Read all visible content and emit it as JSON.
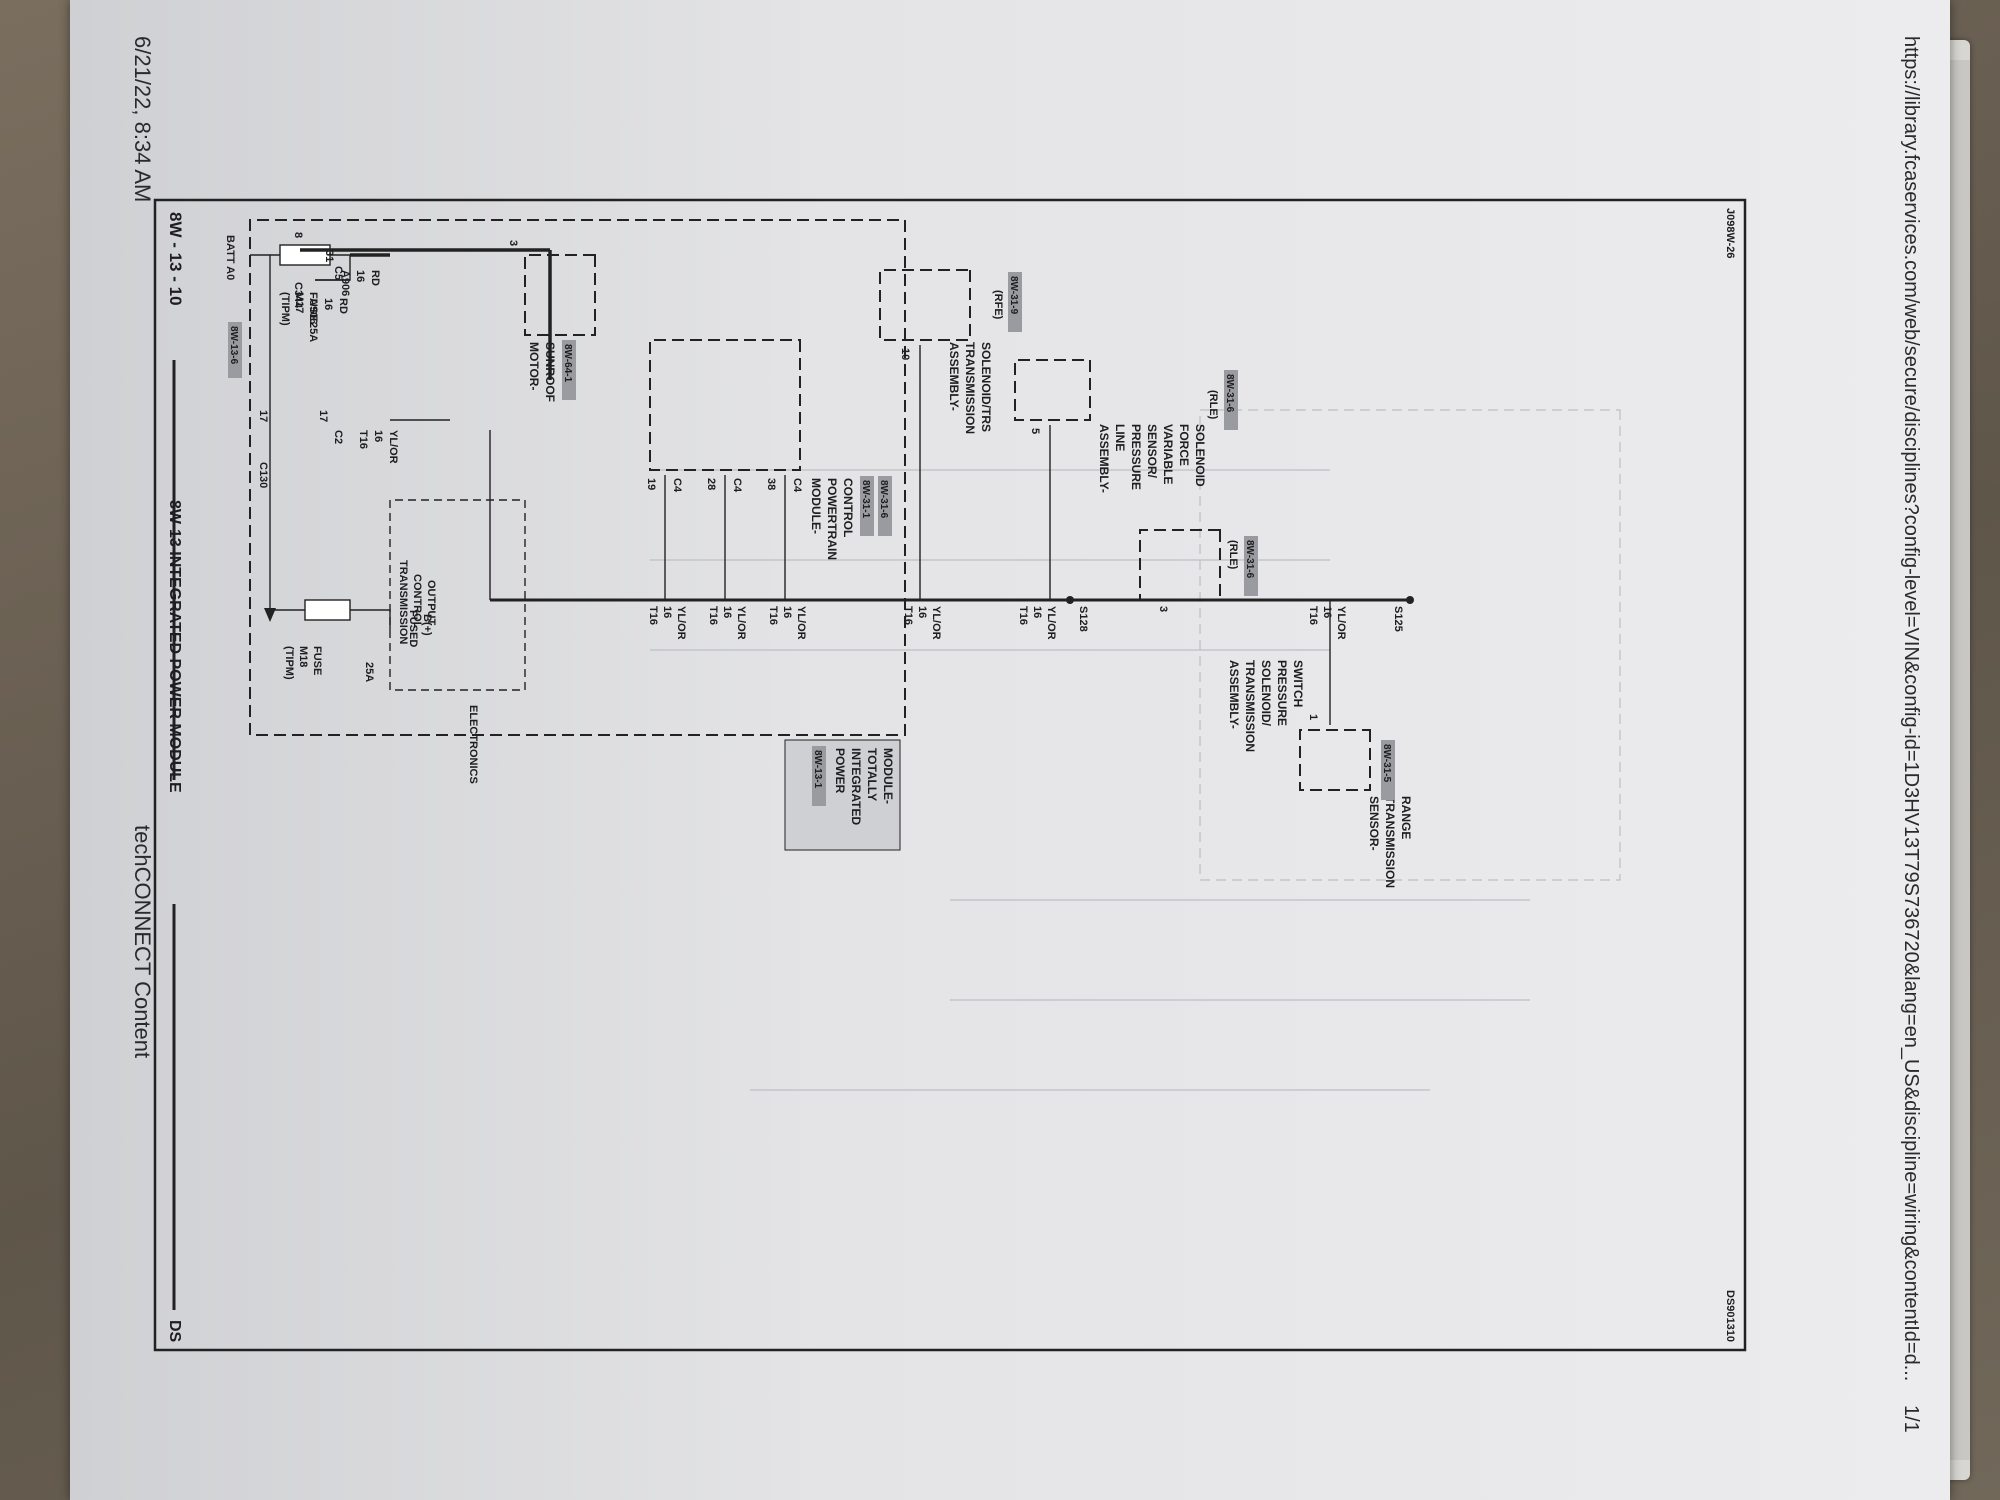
{
  "header": {
    "datetime": "6/21/22, 8:34 AM",
    "site": "techCONNECT Content",
    "url": "https://library.fcaservices.com/web/secure/disciplines?config-level=VIN&config-id=1D3HV13T79S736720&lang=en_US&discipline=wiring&contentId=d...",
    "page_number": "1/1"
  },
  "diagram": {
    "section": "8W - 13 - 10",
    "title": "8W-13 INTEGRATED POWER MODULE",
    "model": "DS",
    "code_left": "J098W-26",
    "code_right": "DS901310",
    "batt": "BATT A0",
    "batt_ref": "8W-13-6",
    "fuse_m17": [
      "FUSE",
      "M17",
      "(TIPM)",
      "25A"
    ],
    "fuse_m18": [
      "FUSE",
      "M18",
      "(TIPM)",
      "25A"
    ],
    "fused_b": [
      "FUSED",
      "B(+)"
    ],
    "tcu_output": [
      "TRANSMISSION",
      "CONTROL",
      "OUTPUT"
    ],
    "electronics": "ELECTRONICS",
    "tipm_name": [
      "MODULE-",
      "TOTALLY",
      "INTEGRATED",
      "POWER"
    ],
    "tipm_ref": "8W-13-1",
    "conn_c5": "C5",
    "conn_c5_pin": "31",
    "conn_c2": "C2",
    "conn_c2_pin": "17",
    "c130": "C130",
    "c130_pin": "17",
    "c344": "C344",
    "c344_pin": "8",
    "wire_a906": [
      "A906",
      "16",
      "RD"
    ],
    "wire_t16": [
      "T16",
      "16",
      "YL/OR"
    ],
    "s125": "S125",
    "s128": "S128",
    "pcm": {
      "name": [
        "MODULE-",
        "POWERTRAIN",
        "CONTROL"
      ],
      "refs": [
        "8W-31-1",
        "8W-31-6"
      ],
      "pins": [
        {
          "pin": "19",
          "conn": "C4"
        },
        {
          "pin": "28",
          "conn": "C4"
        },
        {
          "pin": "38",
          "conn": "C4"
        }
      ]
    },
    "sunroof": {
      "name": [
        "MOTOR-",
        "SUNROOF"
      ],
      "ref": "8W-64-1",
      "pin": "3"
    },
    "solenoid_trs": {
      "name": [
        "ASSEMBLY-",
        "TRANSMISSION",
        "SOLENOID/TRS"
      ],
      "variant": "(RFE)",
      "ref": "8W-31-9",
      "pin": "10"
    },
    "line_pressure": {
      "name": [
        "ASSEMBLY-",
        "LINE",
        "PRESSURE",
        "SENSOR/",
        "VARIABLE",
        "FORCE",
        "SOLENOID"
      ],
      "variant": "(RLE)",
      "ref": "8W-31-6",
      "pin": "5"
    },
    "pressure_switch": {
      "name": [
        "ASSEMBLY-",
        "TRANSMISSION",
        "SOLENOID/",
        "PRESSURE",
        "SWITCH"
      ],
      "variant": "(RLE)",
      "ref": "8W-31-6",
      "pin": "3"
    },
    "trans_range": {
      "name": [
        "SENSOR-",
        "TRANSMISSION",
        "RANGE"
      ],
      "ref": "8W-31-5",
      "pin": "1"
    }
  }
}
